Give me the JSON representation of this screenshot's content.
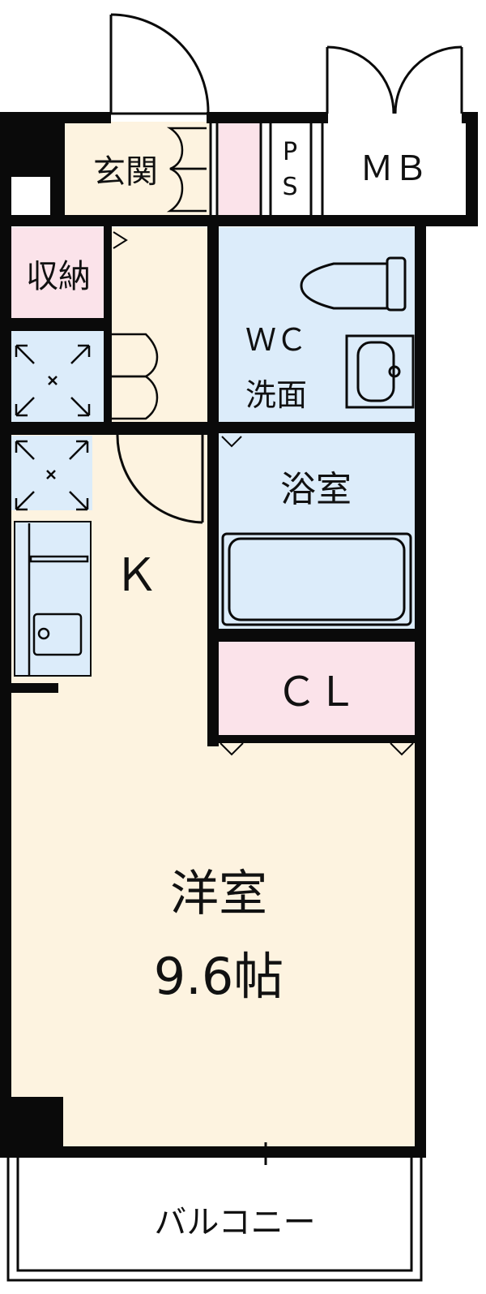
{
  "floorplan": {
    "rooms": {
      "genkan": "玄関",
      "ps_p": "P",
      "ps_s": "S",
      "mb": "ＭＢ",
      "shuno": "収納",
      "wc": "ＷＣ",
      "senmen": "洗面",
      "yokushitsu": "浴室",
      "kitchen": "Ｋ",
      "closet": "ＣＬ",
      "yoshitsu": "洋室",
      "yoshitsu_size": "9.6帖",
      "balcony": "バルコニー"
    },
    "colors": {
      "wall": "#0a0a0a",
      "cream": "#fdf3e0",
      "pink": "#fbe3ea",
      "blue": "#dcecfa",
      "white": "#ffffff"
    }
  }
}
